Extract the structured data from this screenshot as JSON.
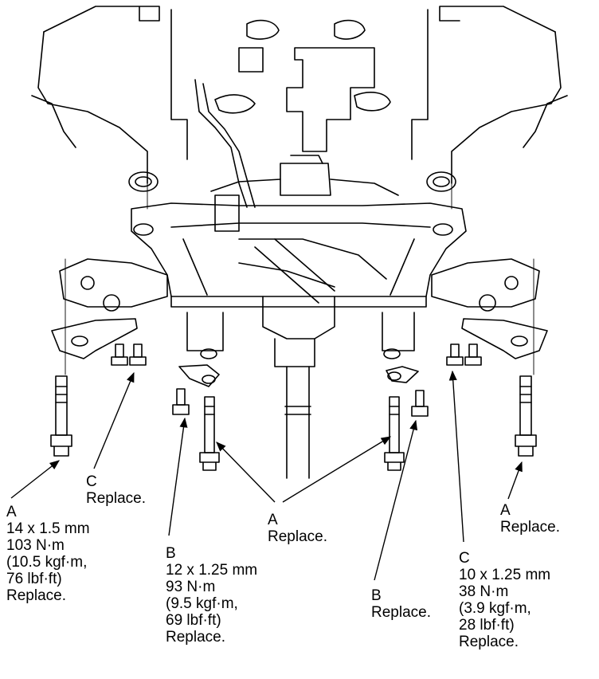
{
  "callouts": {
    "a_left": {
      "letter": "A",
      "lines": [
        "14 x 1.5 mm",
        "103 N·m",
        "(10.5 kgf·m,",
        "76 lbf·ft)",
        "Replace."
      ]
    },
    "c_left": {
      "letter": "C",
      "lines": [
        "Replace."
      ]
    },
    "b_left": {
      "letter": "B",
      "lines": [
        "12 x 1.25 mm",
        "93 N·m",
        "(9.5 kgf·m,",
        "69 lbf·ft)",
        "Replace."
      ]
    },
    "a_center": {
      "letter": "A",
      "lines": [
        "Replace."
      ]
    },
    "b_right": {
      "letter": "B",
      "lines": [
        "Replace."
      ]
    },
    "c_right": {
      "letter": "C",
      "lines": [
        "10 x 1.25 mm",
        "38 N·m",
        "(3.9 kgf·m,",
        "28 lbf·ft)",
        "Replace."
      ]
    },
    "a_right": {
      "letter": "A",
      "lines": [
        "Replace."
      ]
    }
  }
}
